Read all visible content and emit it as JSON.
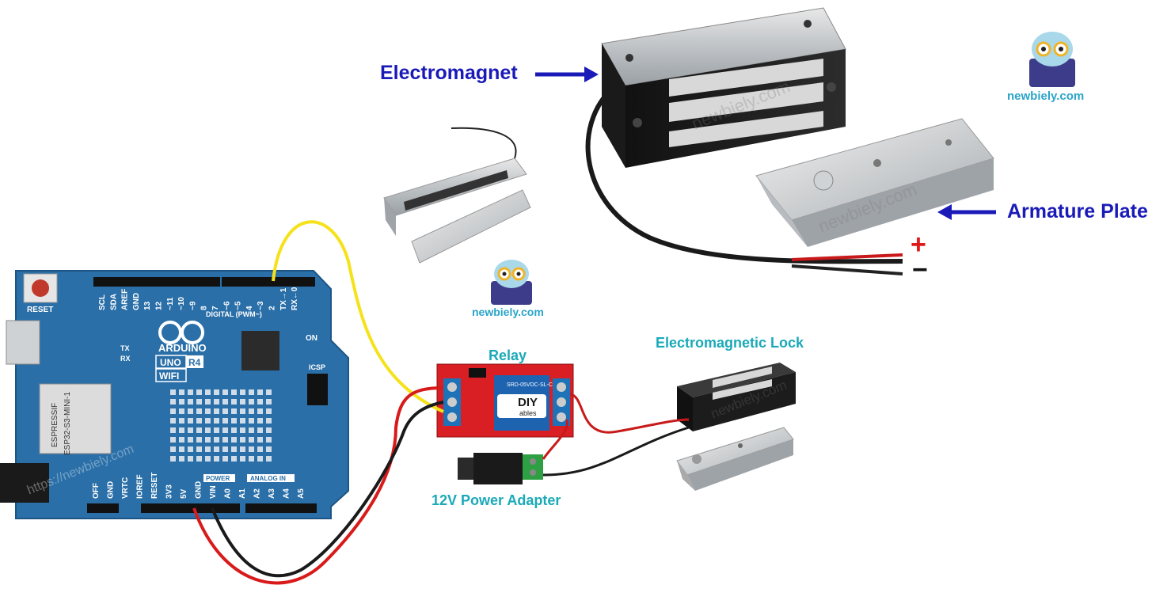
{
  "labels": {
    "electromagnet": "Electromagnet",
    "armature_plate": "Armature Plate",
    "relay": "Relay",
    "electromagnetic_lock": "Electromagnetic Lock",
    "power_adapter": "12V Power Adapter",
    "plus": "+",
    "minus": "−"
  },
  "brand": {
    "site": "newbiely.com",
    "watermark": "newbiely.com",
    "url_watermark": "https://newbiely.com"
  },
  "board": {
    "reset": "RESET",
    "arduino": "ARDUINO",
    "uno": "UNO",
    "r4": "R4",
    "wifi": "WIFI",
    "module": "ESPRESSIF",
    "module_id": "ESP32-S3-MINI-1",
    "on": "ON",
    "icsp": "ICSP",
    "tx": "TX",
    "rx": "RX",
    "digital": "DIGITAL (PWM~)",
    "power": "POWER",
    "analog_in": "ANALOG IN",
    "top_pins": [
      "SCL",
      "SDA",
      "AREF",
      "GND",
      "13",
      "12",
      "~11",
      "~10",
      "~9",
      "8",
      "7",
      "~6",
      "~5",
      "4",
      "~3",
      "2",
      "TX→1",
      "RX←0"
    ],
    "bottom_pins": [
      "OFF",
      "GND",
      "VRTC",
      "IOREF",
      "RESET",
      "3V3",
      "5V",
      "GND",
      "VIN",
      "A0",
      "A1",
      "A2",
      "A3",
      "A4",
      "A5"
    ]
  },
  "relay_module": {
    "brand_top": "DIY",
    "brand_bottom": "ables",
    "part": "SRD-05VDC-SL-C"
  },
  "colors": {
    "board_blue": "#2a6fa8",
    "relay_red": "#d91e24",
    "wire_yellow": "#f5e21b",
    "wire_red": "#d81a1a",
    "wire_black": "#1a1a1a",
    "callout_blue": "#1a1ab8",
    "label_cyan": "#1aa9b8"
  }
}
